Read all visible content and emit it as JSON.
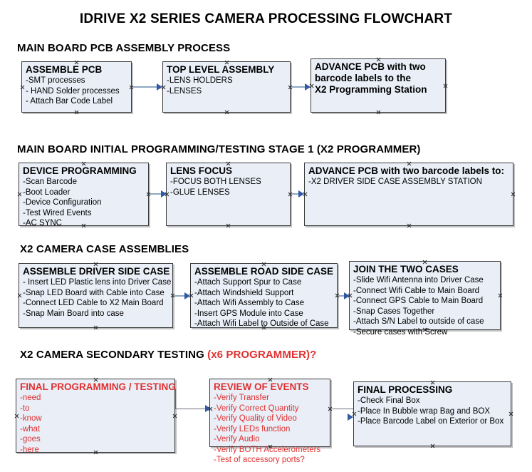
{
  "document": {
    "title": "IDRIVE X2  SERIES CAMERA PROCESSING FLOWCHART"
  },
  "colors": {
    "box_fill": "#e9eef7",
    "box_border": "#3a3a3a",
    "arrow": "#8ea7c4",
    "arrowhead": "#2f58a7",
    "accent_red": "#e03030",
    "text": "#000000"
  },
  "sections": [
    {
      "id": "main-board-pcb-assembly",
      "heading": "MAIN BOARD PCB ASSEMBLY PROCESS",
      "heading_accent": "",
      "nodes": [
        {
          "id": "assemble-pcb",
          "title": "ASSEMBLE PCB",
          "lines": [
            "-SMT processes",
            "- HAND Solder processes",
            "- Attach Bar Code Label"
          ],
          "color": "black"
        },
        {
          "id": "top-level-assembly",
          "title": "TOP LEVEL ASSEMBLY",
          "lines": [
            "-LENS HOLDERS",
            "-LENSES"
          ],
          "color": "black"
        },
        {
          "id": "advance-pcb-programming-station",
          "title": "ADVANCE PCB with two",
          "lines": [
            "barcode labels to the",
            " X2 Programming Station"
          ],
          "color": "black"
        }
      ]
    },
    {
      "id": "main-board-initial-programming",
      "heading": "MAIN BOARD INITIAL PROGRAMMING/TESTING STAGE 1 (X2 PROGRAMMER)",
      "heading_accent": "",
      "nodes": [
        {
          "id": "device-programming",
          "title": "DEVICE PROGRAMMING",
          "lines": [
            "-Scan Barcode",
            "-Boot Loader",
            "-Device Configuration",
            "-Test Wired Events",
            "-AC SYNC"
          ],
          "color": "black"
        },
        {
          "id": "lens-focus",
          "title": "LENS FOCUS",
          "lines": [
            "-FOCUS BOTH LENSES",
            "-GLUE LENSES"
          ],
          "color": "black"
        },
        {
          "id": "advance-pcb-driver-side-case",
          "title": "ADVANCE PCB with two barcode labels to:",
          "lines": [
            "-X2 DRIVER  SIDE  CASE  ASSEMBLY STATION"
          ],
          "color": "black"
        }
      ]
    },
    {
      "id": "x2-camera-case-assemblies",
      "heading": "X2 CAMERA CASE ASSEMBLIES",
      "heading_accent": "",
      "nodes": [
        {
          "id": "assemble-driver-side-case",
          "title": "ASSEMBLE DRIVER SIDE CASE",
          "lines": [
            "- Insert LED Plastic lens into Driver Case",
            "-Snap LED Board with Cable into Case",
            "-Connect LED Cable to X2 Main Board",
            "-Snap Main Board into case"
          ],
          "color": "black"
        },
        {
          "id": "assemble-road-side-case",
          "title": "ASSEMBLE ROAD SIDE CASE",
          "lines": [
            "-Attach Support Spur to Case",
            "-Attach Windshield Support",
            "-Attach Wifi Assembly to Case",
            "-Insert GPS Module into Case",
            "-Attach Wifi Label to Outside of Case"
          ],
          "color": "black"
        },
        {
          "id": "join-the-two-cases",
          "title": "JOIN THE TWO CASES",
          "lines": [
            "-Slide Wifi Antenna into Driver Case",
            "-Connect Wifi Cable to Main Board",
            "-Connect GPS Cable to Main Board",
            "-Snap Cases Together",
            "-Attach S/N Label to outside of case",
            "-Secure cases with Screw"
          ],
          "color": "black"
        }
      ]
    },
    {
      "id": "x2-camera-secondary-testing",
      "heading": "X2 CAMERA SECONDARY TESTING ",
      "heading_accent": "(x6 PROGRAMMER)?",
      "nodes": [
        {
          "id": "final-programming-testing",
          "title": "FINAL PROGRAMMING / TESTING",
          "lines": [
            "-need",
            "-to",
            "-know",
            "-what",
            "-goes",
            "-here"
          ],
          "color": "red"
        },
        {
          "id": "review-of-events",
          "title": "REVIEW OF EVENTS",
          "lines": [
            "-Verify Transfer",
            "-Verify Correct Quantity",
            "-Verify Quality of Video",
            "-Verify LEDs function",
            "-Verify Audio",
            "-Verify BOTH Accelerometers",
            "-Test of accessory ports?"
          ],
          "color": "red"
        },
        {
          "id": "final-processing",
          "title": "FINAL PROCESSING",
          "lines": [
            " -Check Final Box",
            "-Place In Bubble wrap Bag and BOX",
            "-Place Barcode Label on Exterior or Box"
          ],
          "color": "black"
        }
      ]
    }
  ]
}
